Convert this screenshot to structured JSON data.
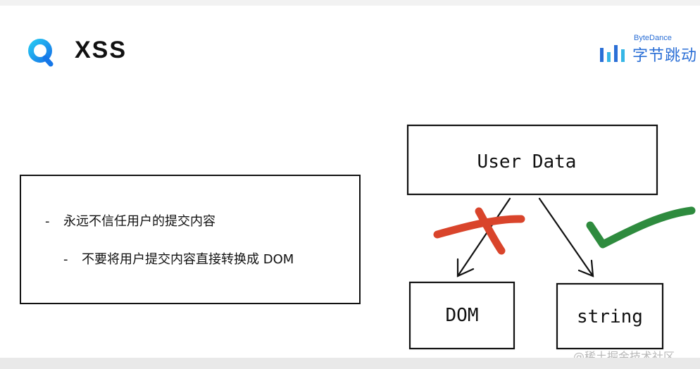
{
  "slide": {
    "title": "XSS",
    "brand_en": "ByteDance",
    "brand_cn": "字节跳动"
  },
  "text_box": {
    "bullet_1": "永远不信任用户的提交内容",
    "bullet_2": "不要将用户提交内容直接转换成 DOM",
    "dash": "-"
  },
  "diagram": {
    "source": "User Data",
    "left_target": "DOM",
    "right_target": "string",
    "left_mark": "cross",
    "right_mark": "check",
    "colors": {
      "cross": "#d9442b",
      "check": "#2e8b3e",
      "ink": "#111111"
    }
  },
  "watermark": "@稀土掘金技术社区",
  "colors": {
    "brand": "#2b6fd6",
    "logo": "#1aa9ea"
  }
}
